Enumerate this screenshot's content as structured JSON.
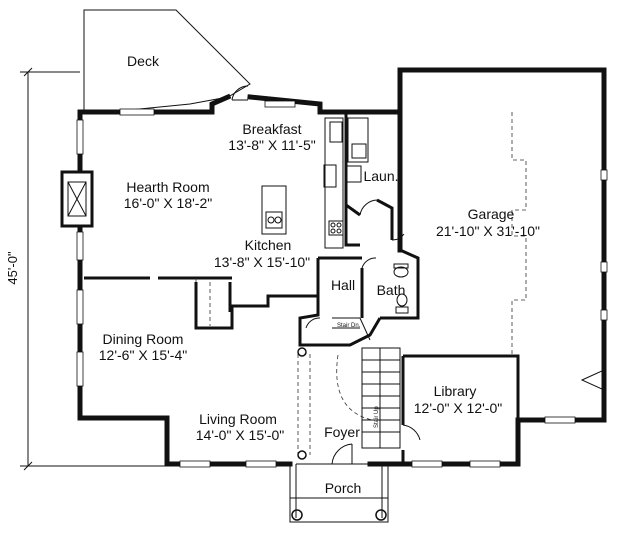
{
  "plan": {
    "overall_dimension": "45'-0\"",
    "rooms": [
      {
        "id": "deck",
        "name": "Deck",
        "size": ""
      },
      {
        "id": "breakfast",
        "name": "Breakfast",
        "size": "13'-8\" X 11'-5\""
      },
      {
        "id": "laundry",
        "name": "Laun.",
        "size": ""
      },
      {
        "id": "hearth",
        "name": "Hearth Room",
        "size": "16'-0\" X 18'-2\""
      },
      {
        "id": "kitchen",
        "name": "Kitchen",
        "size": "13'-8\" X 15'-10\""
      },
      {
        "id": "garage",
        "name": "Garage",
        "size": "21'-10\" X 31'-10\""
      },
      {
        "id": "hall",
        "name": "Hall",
        "size": ""
      },
      {
        "id": "bath",
        "name": "Bath",
        "size": ""
      },
      {
        "id": "dining",
        "name": "Dining Room",
        "size": "12'-6\" X 15'-4\""
      },
      {
        "id": "library",
        "name": "Library",
        "size": "12'-0\" X 12'-0\""
      },
      {
        "id": "living",
        "name": "Living Room",
        "size": "14'-0\" X 15'-0\""
      },
      {
        "id": "foyer",
        "name": "Foyer",
        "size": ""
      },
      {
        "id": "porch",
        "name": "Porch",
        "size": ""
      }
    ],
    "stair_down": "Stair Dn.",
    "stair_up": "Stair Up"
  }
}
